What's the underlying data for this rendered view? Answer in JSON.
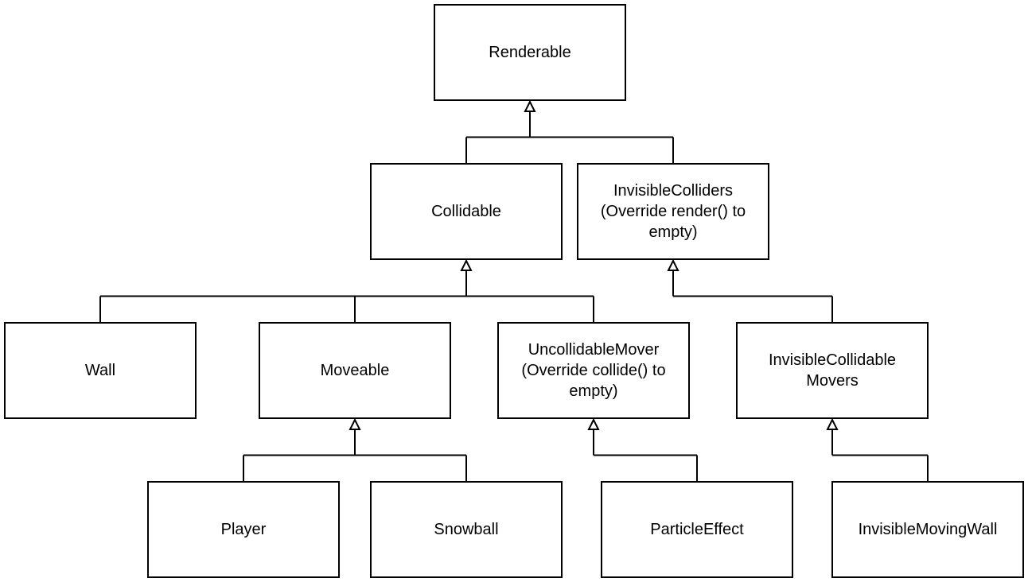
{
  "nodes": {
    "renderable": "Renderable",
    "collidable": "Collidable",
    "invisible_colliders": "InvisibleColliders\n(Override render() to\nempty)",
    "wall": "Wall",
    "moveable": "Moveable",
    "uncollidable_mover": "UncollidableMover\n(Override collide() to\nempty)",
    "invisible_collidable_movers": "InvisibleCollidable\nMovers",
    "player": "Player",
    "snowball": "Snowball",
    "particle_effect": "ParticleEffect",
    "invisible_moving_wall": "InvisibleMovingWall"
  },
  "edges": [
    {
      "from": "collidable",
      "to": "renderable"
    },
    {
      "from": "invisible_colliders",
      "to": "renderable"
    },
    {
      "from": "wall",
      "to": "collidable"
    },
    {
      "from": "moveable",
      "to": "collidable"
    },
    {
      "from": "uncollidable_mover",
      "to": "collidable"
    },
    {
      "from": "invisible_collidable_movers",
      "to": "invisible_colliders"
    },
    {
      "from": "player",
      "to": "moveable"
    },
    {
      "from": "snowball",
      "to": "moveable"
    },
    {
      "from": "particle_effect",
      "to": "uncollidable_mover"
    },
    {
      "from": "invisible_moving_wall",
      "to": "invisible_collidable_movers"
    }
  ],
  "colors": {
    "stroke": "#000000",
    "fill": "#ffffff"
  }
}
